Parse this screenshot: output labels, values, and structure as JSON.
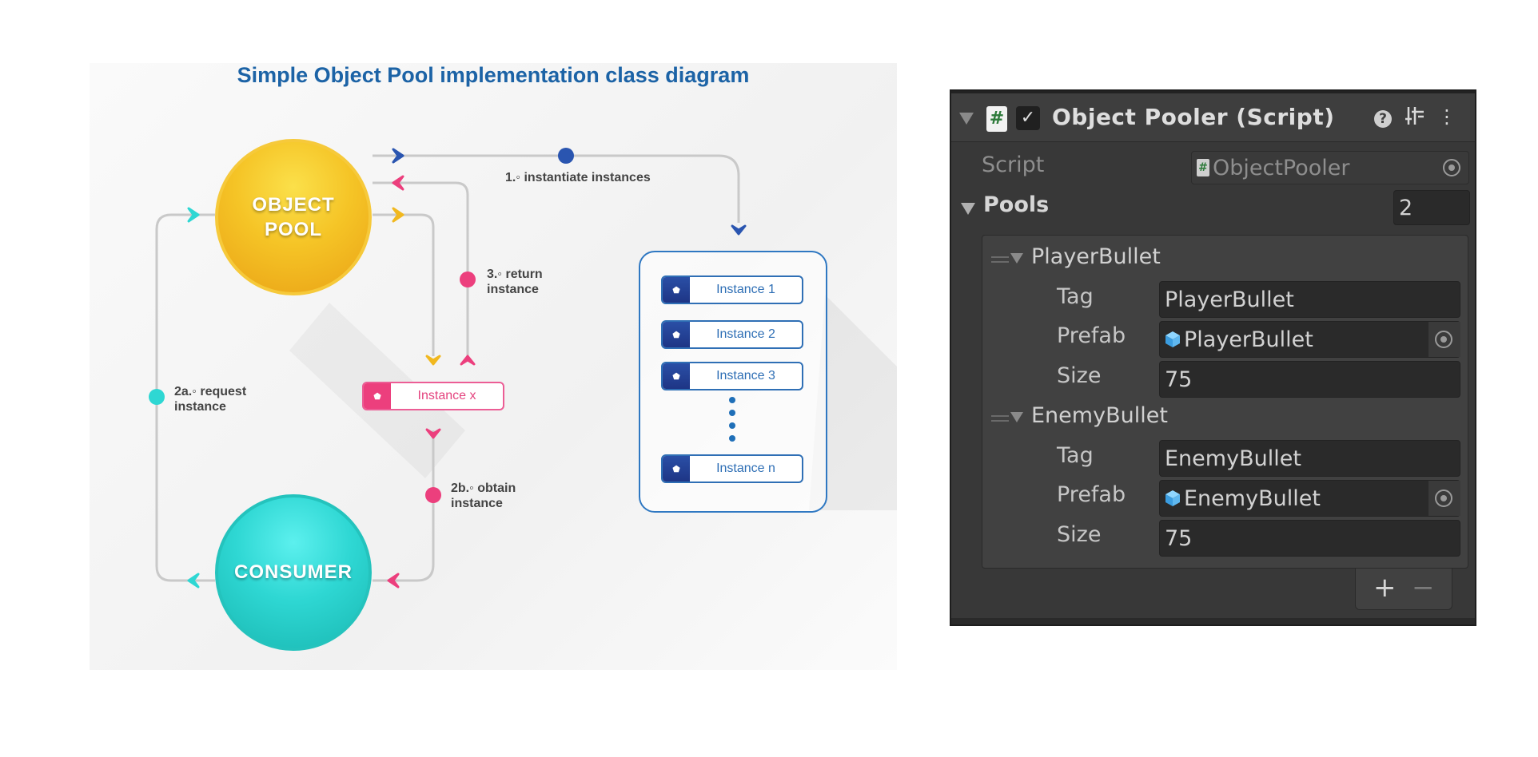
{
  "diagram": {
    "title": "Simple Object Pool implementation class diagram",
    "object_pool": {
      "line1": "OBJECT",
      "line2": "POOL"
    },
    "consumer": "CONSUMER",
    "steps": {
      "s1": "1.◦ instantiate instances",
      "s3a": "3.◦ return",
      "s3b": "instance",
      "s2a_a": "2a.◦ request",
      "s2a_b": "instance",
      "s2b_a": "2b.◦ obtain",
      "s2b_b": "instance"
    },
    "instance_x": "Instance x",
    "instances": [
      "Instance 1",
      "Instance 2",
      "Instance 3",
      "Instance n"
    ],
    "colors": {
      "title": "#1c63a6",
      "pool": "#f5c426",
      "consumer": "#2ed7d3",
      "pink": "#ec3f7d",
      "blue": "#2f6fb5"
    }
  },
  "inspector": {
    "title": "Object Pooler (Script)",
    "script_label": "Script",
    "script_value": "ObjectPooler",
    "pools_label": "Pools",
    "pools_count": "2",
    "pools": [
      {
        "name": "PlayerBullet",
        "tag_label": "Tag",
        "tag": "PlayerBullet",
        "prefab_label": "Prefab",
        "prefab": "PlayerBullet",
        "size_label": "Size",
        "size": "75"
      },
      {
        "name": "EnemyBullet",
        "tag_label": "Tag",
        "tag": "EnemyBullet",
        "prefab_label": "Prefab",
        "prefab": "EnemyBullet",
        "size_label": "Size",
        "size": "75"
      }
    ],
    "plus": "+",
    "minus": "−",
    "icons": {
      "script": "#",
      "check": "✓",
      "help": "?",
      "menu": "⋮"
    }
  }
}
